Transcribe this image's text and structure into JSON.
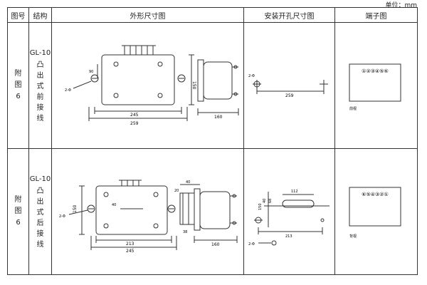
{
  "unit_label": "单位：mm",
  "headers": {
    "fig_no": "图号",
    "structure": "结构",
    "outline": "外形尺寸图",
    "mounting": "安装开孔尺寸图",
    "terminal": "端子图"
  },
  "rows": [
    {
      "fig_no": "附图6",
      "model": "GL-10",
      "structure": "凸出式前接线",
      "outline": {
        "dim_width_inner": "245",
        "dim_width_outer": "259",
        "dim_height": "150",
        "dim_side": "160",
        "dim_small": "90",
        "hole_label": "2-Φ"
      },
      "mounting": {
        "dim": "259",
        "hole_label": "2-Φ"
      },
      "terminal": {
        "caption": "前视",
        "numbers": [
          "①",
          "②",
          "③",
          "④",
          "⑤",
          "⑥"
        ]
      }
    },
    {
      "fig_no": "附图6",
      "model": "GL-10",
      "structure": "凸出式后接线",
      "outline": {
        "dim_width_inner": "213",
        "dim_width_outer": "245",
        "dim_height": "150",
        "dim_side": "160",
        "dim_top": "40",
        "dim_small1": "40",
        "dim_small2": "38",
        "dim_small3": "20",
        "hole_label": "2-Φ"
      },
      "mounting": {
        "dim_slot": "112",
        "dim_width": "213",
        "dim_v1": "150",
        "dim_v2": "40",
        "dim_v3": "68",
        "hole_label": "2-Φ"
      },
      "terminal": {
        "caption": "背视",
        "numbers": [
          "⑥",
          "⑤",
          "④",
          "③",
          "②",
          "①"
        ]
      }
    }
  ]
}
